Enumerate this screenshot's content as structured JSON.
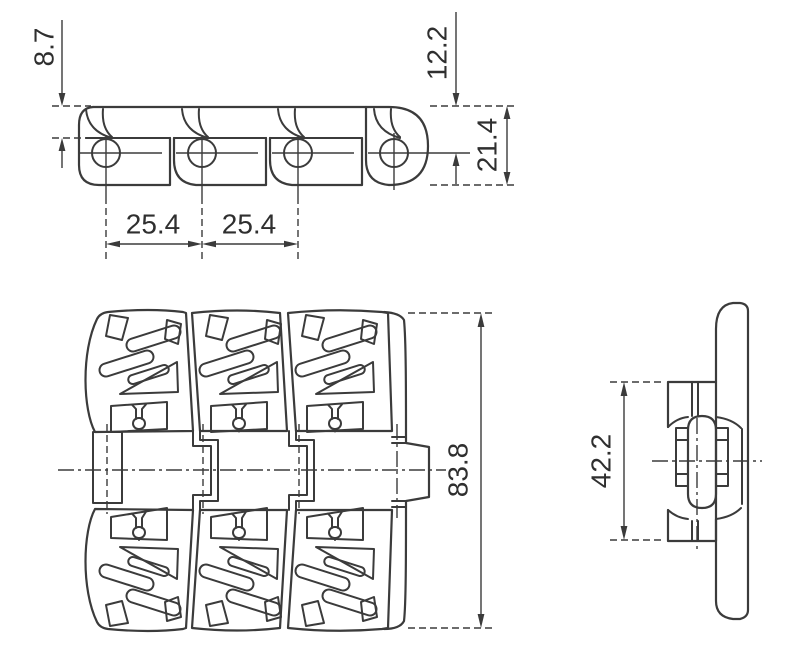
{
  "dimensions": {
    "d87": "8.7",
    "d122": "12.2",
    "d214": "21.4",
    "d254a": "25.4",
    "d254b": "25.4",
    "d838": "83.8",
    "d422": "42.2"
  },
  "colors": {
    "line": "#3b3b3b",
    "dim_text": "#2f2f2f",
    "background": "#ffffff"
  }
}
